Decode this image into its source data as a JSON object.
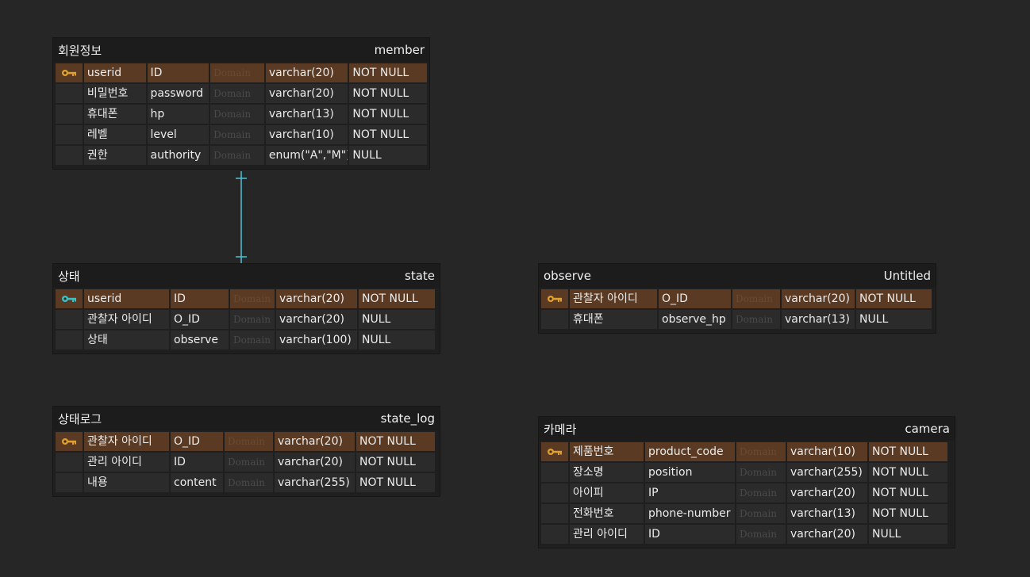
{
  "colors": {
    "pk_row": "#5a3a22",
    "row": "#2b2b2b",
    "key_gold": "#e0a030",
    "key_cyan": "#3cc0c8",
    "relation": "#4ec3d6"
  },
  "entities": [
    {
      "id": "member",
      "logical": "회원정보",
      "physical": "member",
      "key_icon": "key-gold-icon",
      "rows": [
        {
          "pk": true,
          "name": "userid",
          "column": "ID",
          "domain": "Domain",
          "type": "varchar(20)",
          "nullable": "NOT NULL"
        },
        {
          "pk": false,
          "name": "비밀번호",
          "column": "password",
          "domain": "Domain",
          "type": "varchar(20)",
          "nullable": "NOT NULL"
        },
        {
          "pk": false,
          "name": "휴대폰",
          "column": "hp",
          "domain": "Domain",
          "type": "varchar(13)",
          "nullable": "NOT NULL"
        },
        {
          "pk": false,
          "name": "레벨",
          "column": "level",
          "domain": "Domain",
          "type": "varchar(10)",
          "nullable": "NOT NULL"
        },
        {
          "pk": false,
          "name": "권한",
          "column": "authority",
          "domain": "Domain",
          "type": "enum(\"A\",\"M\")",
          "nullable": "NULL"
        }
      ]
    },
    {
      "id": "state",
      "logical": "상태",
      "physical": "state",
      "key_icon": "key-cyan-icon",
      "rows": [
        {
          "pk": true,
          "name": "userid",
          "column": "ID",
          "domain": "Domain",
          "type": "varchar(20)",
          "nullable": "NOT NULL"
        },
        {
          "pk": false,
          "name": "관찰자 아이디",
          "column": "O_ID",
          "domain": "Domain",
          "type": "varchar(20)",
          "nullable": "NULL"
        },
        {
          "pk": false,
          "name": "상태",
          "column": "observe",
          "domain": "Domain",
          "type": "varchar(100)",
          "nullable": "NULL"
        }
      ]
    },
    {
      "id": "state_log",
      "logical": "상태로그",
      "physical": "state_log",
      "key_icon": "key-gold-icon",
      "rows": [
        {
          "pk": true,
          "name": "관찰자 아이디",
          "column": "O_ID",
          "domain": "Domain",
          "type": "varchar(20)",
          "nullable": "NOT NULL"
        },
        {
          "pk": false,
          "name": "관리 아이디",
          "column": "ID",
          "domain": "Domain",
          "type": "varchar(20)",
          "nullable": "NOT NULL"
        },
        {
          "pk": false,
          "name": "내용",
          "column": "content",
          "domain": "Domain",
          "type": "varchar(255)",
          "nullable": "NOT NULL"
        }
      ]
    },
    {
      "id": "observe",
      "logical": "observe",
      "physical": "Untitled",
      "key_icon": "key-gold-icon",
      "rows": [
        {
          "pk": true,
          "name": "관찰자 아이디",
          "column": "O_ID",
          "domain": "Domain",
          "type": "varchar(20)",
          "nullable": "NOT NULL"
        },
        {
          "pk": false,
          "name": "휴대폰",
          "column": "observe_hp",
          "domain": "Domain",
          "type": "varchar(13)",
          "nullable": "NULL"
        }
      ]
    },
    {
      "id": "camera",
      "logical": "카메라",
      "physical": "camera",
      "key_icon": "key-gold-icon",
      "rows": [
        {
          "pk": true,
          "name": "제품번호",
          "column": "product_code",
          "domain": "Domain",
          "type": "varchar(10)",
          "nullable": "NOT NULL"
        },
        {
          "pk": false,
          "name": "장소명",
          "column": "position",
          "domain": "Domain",
          "type": "varchar(255)",
          "nullable": "NOT NULL"
        },
        {
          "pk": false,
          "name": "아이피",
          "column": "IP",
          "domain": "Domain",
          "type": "varchar(20)",
          "nullable": "NOT NULL"
        },
        {
          "pk": false,
          "name": "전화번호",
          "column": "phone-number",
          "domain": "Domain",
          "type": "varchar(13)",
          "nullable": "NOT NULL"
        },
        {
          "pk": false,
          "name": "관리 아이디",
          "column": "ID",
          "domain": "Domain",
          "type": "varchar(20)",
          "nullable": "NULL"
        }
      ]
    }
  ],
  "relations": [
    {
      "from": "member",
      "to": "state",
      "type": "one-to-one"
    }
  ]
}
